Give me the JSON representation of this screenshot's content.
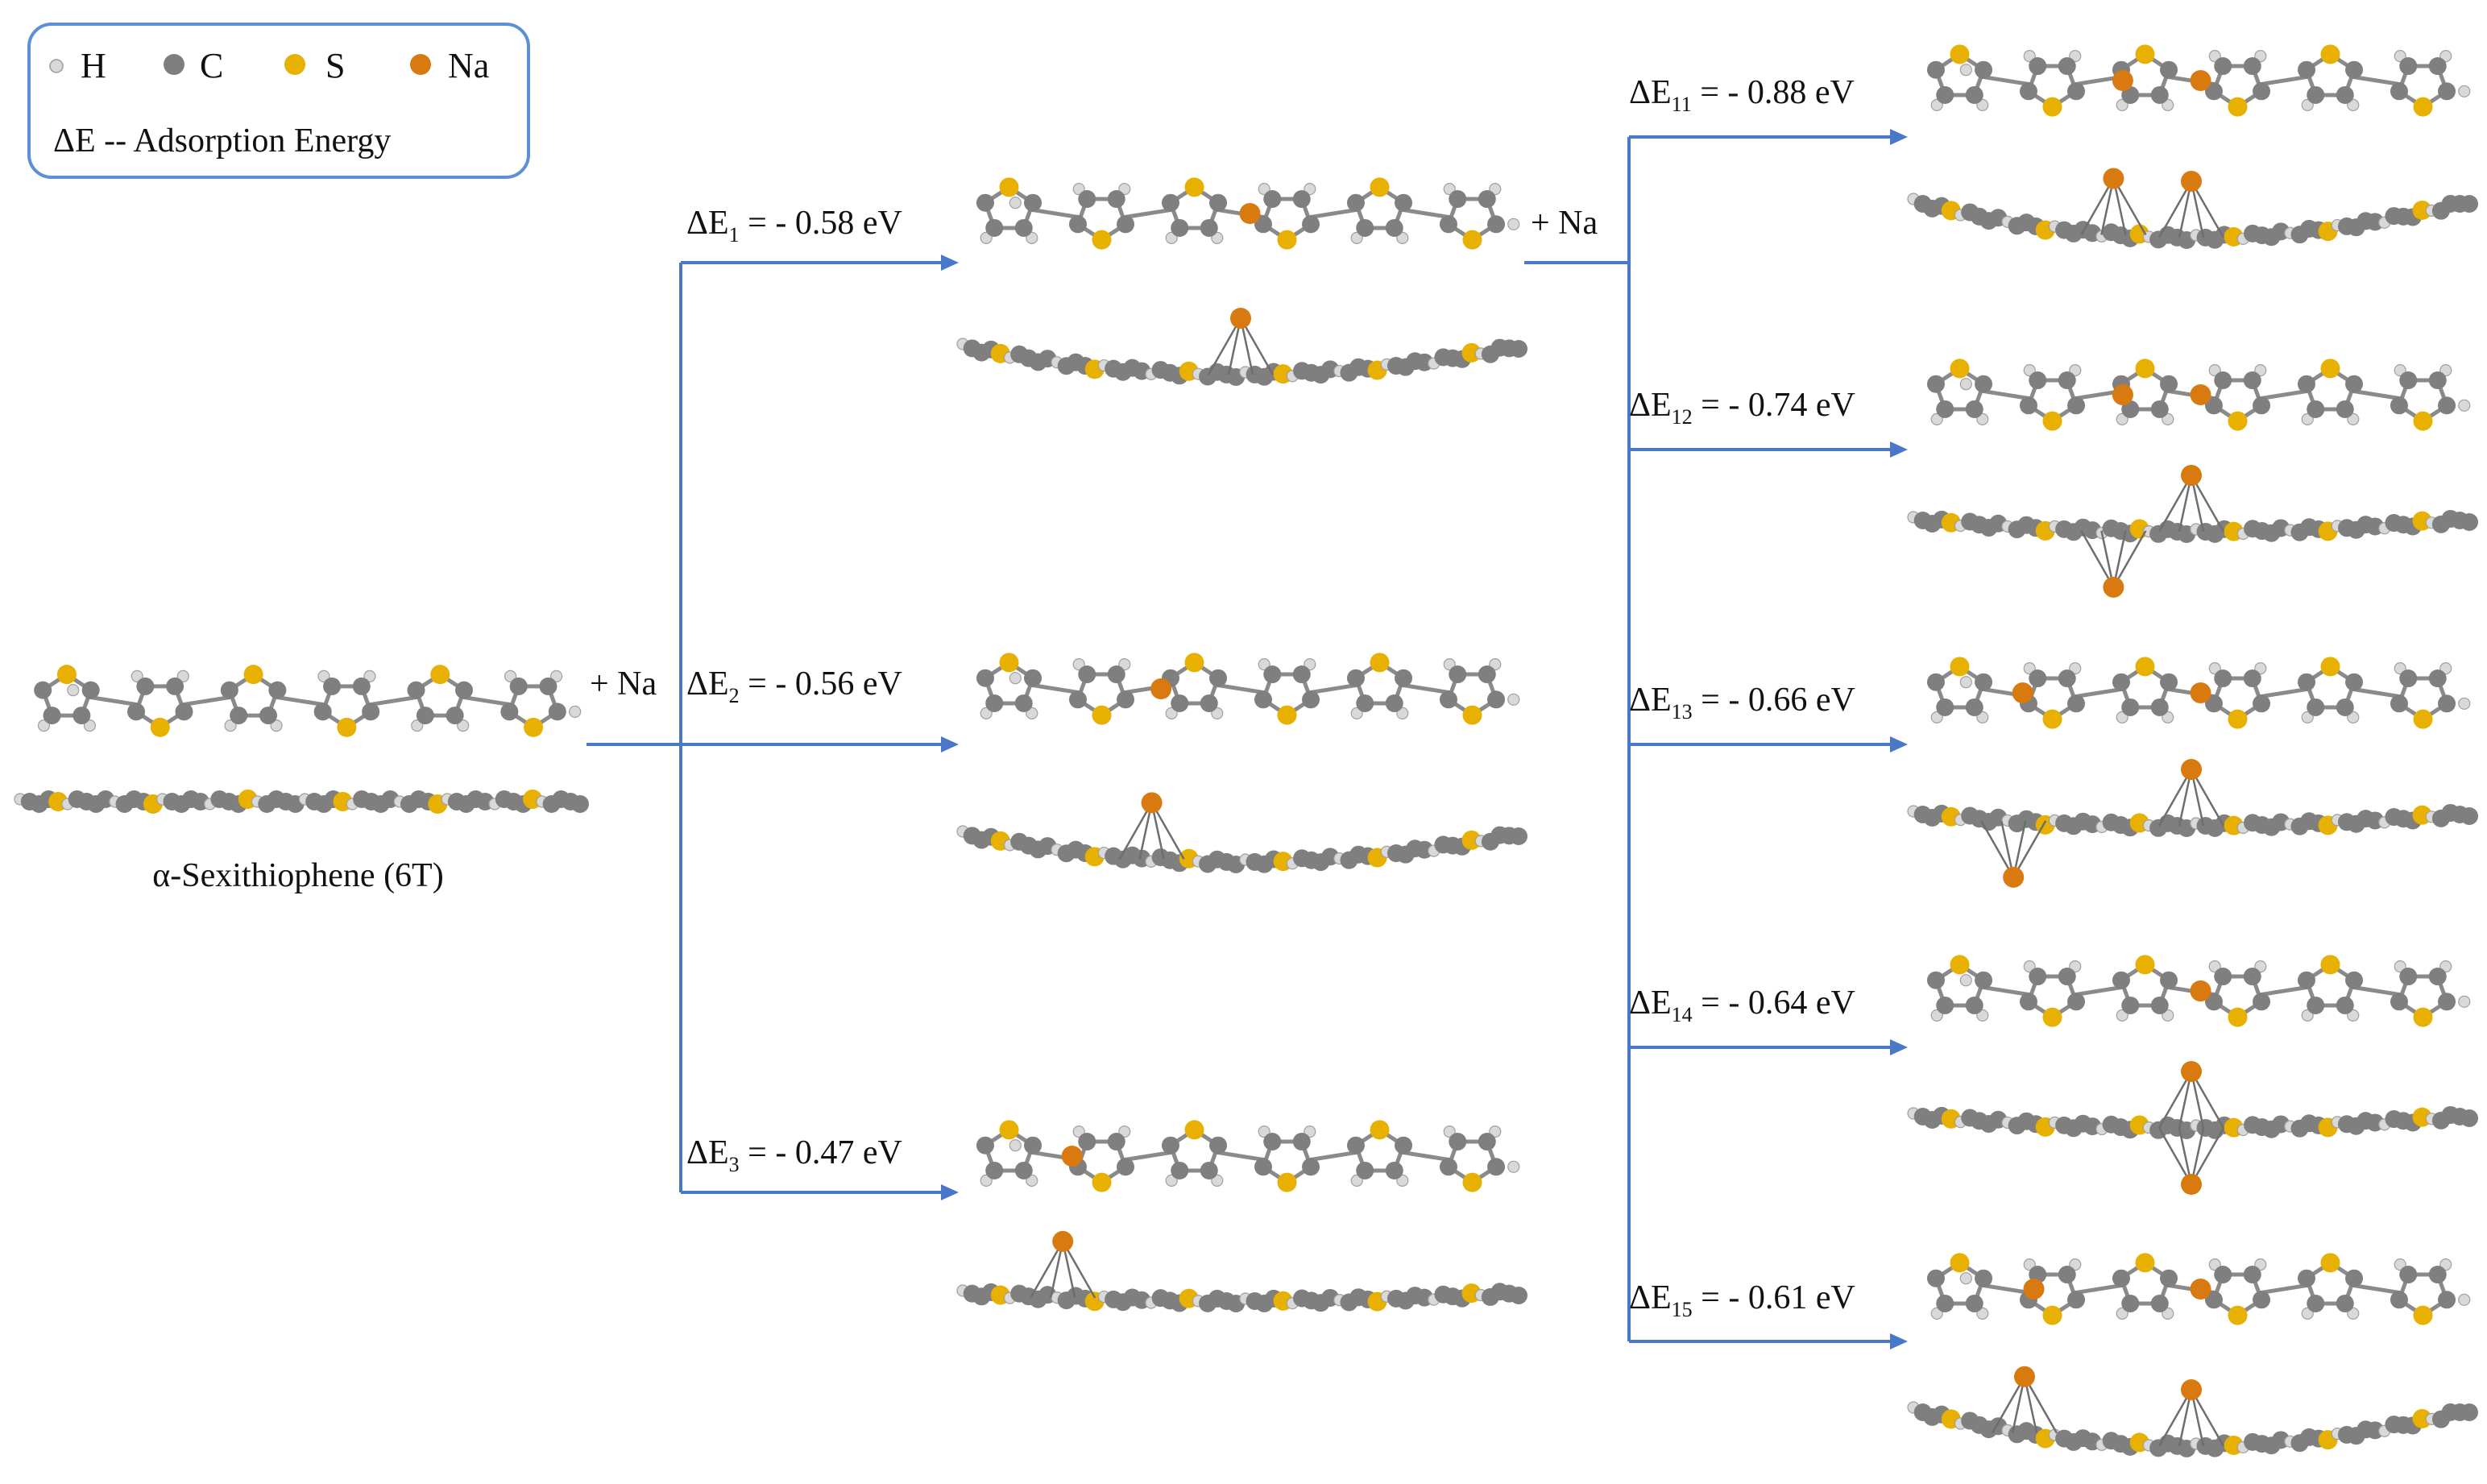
{
  "legend": {
    "items": [
      {
        "label": "H",
        "icon": "hydrogen-atom-icon",
        "color": "#d9d9d9"
      },
      {
        "label": "C",
        "icon": "carbon-atom-icon",
        "color": "#7f7f7f"
      },
      {
        "label": "S",
        "icon": "sulfur-atom-icon",
        "color": "#e8b000"
      },
      {
        "label": "Na",
        "icon": "sodium-atom-icon",
        "color": "#d97a10"
      }
    ],
    "description": "ΔE -- Adsorption Energy"
  },
  "initial": {
    "name": "α-Sexithiophene (6T)"
  },
  "add_sodium_label": "+ Na",
  "first_adsorption": [
    {
      "id": "1",
      "prefix": "ΔE",
      "subscript": "1",
      "value": " = - 0.58 eV",
      "na_sites": [
        0.5
      ],
      "na_side": "above"
    },
    {
      "id": "2",
      "prefix": "ΔE",
      "subscript": "2",
      "value": " = - 0.56 eV",
      "na_sites": [
        0.34
      ],
      "na_side": "above"
    },
    {
      "id": "3",
      "prefix": "ΔE",
      "subscript": "3",
      "value": " = - 0.47 eV",
      "na_sites": [
        0.18
      ],
      "na_side": "above"
    }
  ],
  "second_adsorption": [
    {
      "id": "11",
      "prefix": "ΔE",
      "subscript": "11",
      "value": " = - 0.88 eV",
      "na_sites": [
        0.36,
        0.5
      ],
      "na_side": "above"
    },
    {
      "id": "12",
      "prefix": "ΔE",
      "subscript": "12",
      "value": " = - 0.74 eV",
      "na_sites": [
        0.36,
        0.5
      ],
      "na_side": "mixed"
    },
    {
      "id": "13",
      "prefix": "ΔE",
      "subscript": "13",
      "value": " = - 0.66 eV",
      "na_sites": [
        0.18,
        0.5
      ],
      "na_side": "mixed"
    },
    {
      "id": "14",
      "prefix": "ΔE",
      "subscript": "14",
      "value": " = - 0.64 eV",
      "na_sites": [
        0.5,
        0.5
      ],
      "na_side": "both"
    },
    {
      "id": "15",
      "prefix": "ΔE",
      "subscript": "15",
      "value": " = - 0.61 eV",
      "na_sites": [
        0.2,
        0.5
      ],
      "na_side": "above"
    }
  ]
}
